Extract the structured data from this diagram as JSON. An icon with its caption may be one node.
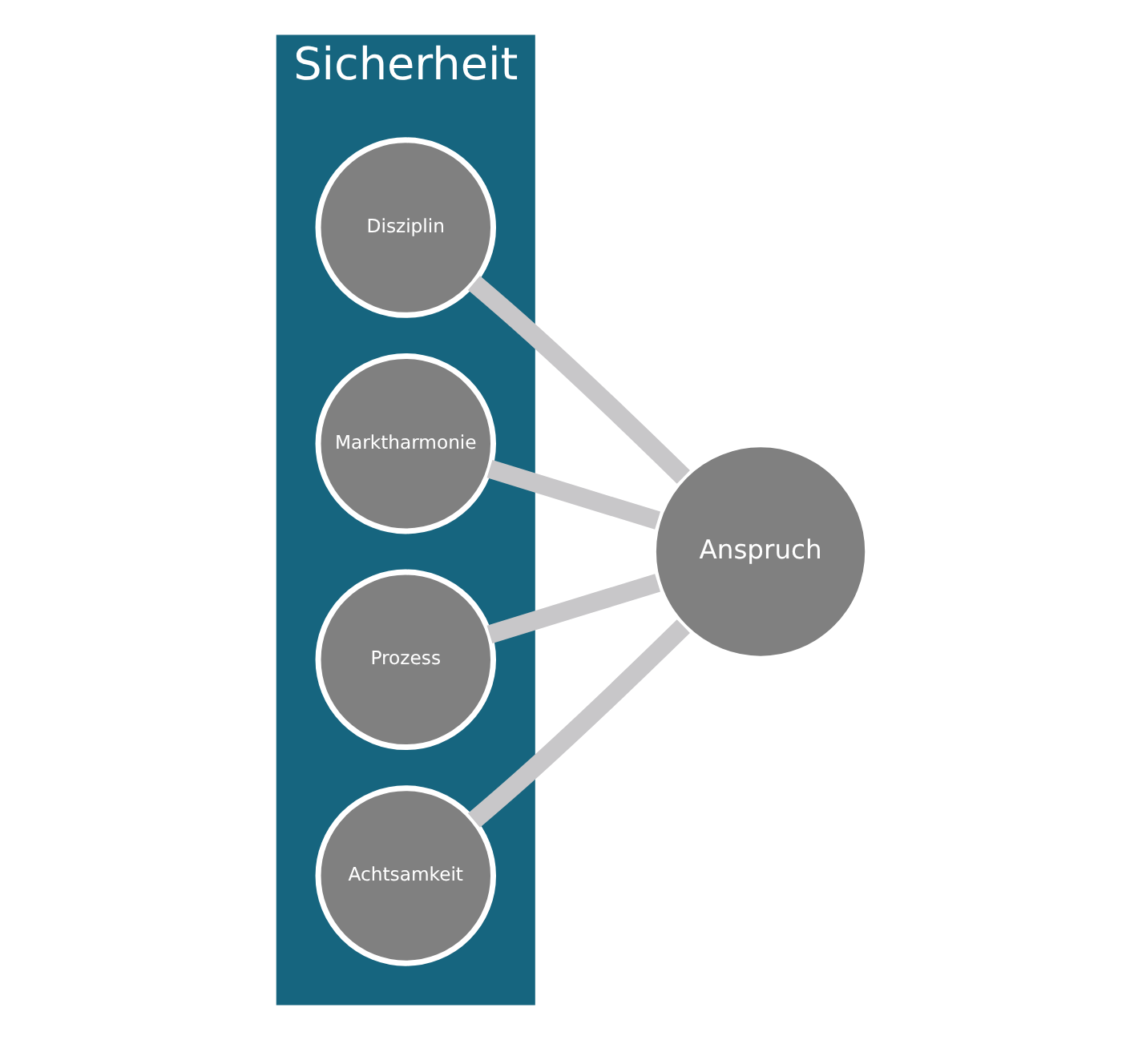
{
  "diagram": {
    "nodes": [
      {
        "text": [
          "Sicherheit"
        ]
      },
      {
        "text": [
          "Disziplin"
        ],
        "in": 0
      },
      {
        "text": [
          "Marktharmonie"
        ],
        "in": 0
      },
      {
        "text": [
          "Prozess"
        ],
        "in": 0
      },
      {
        "text": [
          "Achtsamkeit"
        ],
        "in": 0
      },
      {
        "text": [
          "Anspruch"
        ]
      }
    ],
    "edges": [
      {
        "from": 5,
        "to": 1,
        "arrow": "none"
      },
      {
        "from": 5,
        "to": 2,
        "arrow": "none"
      },
      {
        "from": 5,
        "to": 3,
        "arrow": "none"
      },
      {
        "from": 5,
        "to": 4,
        "arrow": "none"
      }
    ]
  }
}
